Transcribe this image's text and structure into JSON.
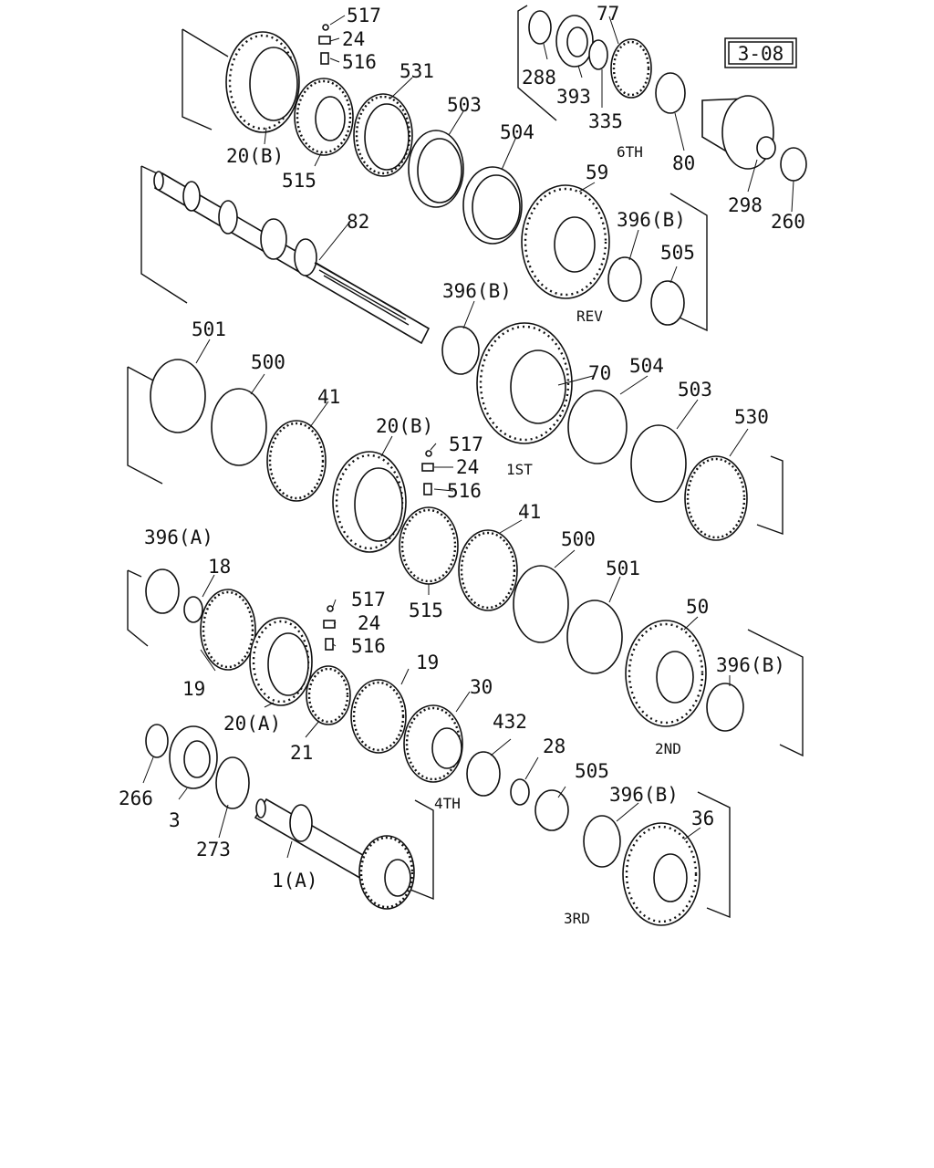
{
  "diagram": {
    "reference_box": "3-08",
    "part_labels": {
      "p517a": "517",
      "p24a": "24",
      "p516a": "516",
      "p531": "531",
      "p20Ba": "20(B)",
      "p515a": "515",
      "p503a": "503",
      "p504a": "504",
      "p288": "288",
      "p393": "393",
      "p77": "77",
      "p335": "335",
      "p80": "80",
      "p298": "298",
      "p260": "260",
      "p59": "59",
      "p396Ba": "396(B)",
      "p505a": "505",
      "p82": "82",
      "p396Bb": "396(B)",
      "p501a": "501",
      "p500a": "500",
      "p41a": "41",
      "p70": "70",
      "p504b": "504",
      "p503b": "503",
      "p530": "530",
      "p20Bb": "20(B)",
      "p517b": "517",
      "p24b": "24",
      "p516b": "516",
      "p41b": "41",
      "p500b": "500",
      "p515b": "515",
      "p501b": "501",
      "p396A": "396(A)",
      "p18": "18",
      "p517c": "517",
      "p24c": "24",
      "p516c": "516",
      "p50": "50",
      "p396Bc": "396(B)",
      "p19a": "19",
      "p20A": "20(A)",
      "p19b": "19",
      "p21": "21",
      "p30": "30",
      "p432": "432",
      "p28": "28",
      "p505b": "505",
      "p396Bd": "396(B)",
      "p36": "36",
      "p266": "266",
      "p3": "3",
      "p273": "273",
      "p1A": "1(A)"
    },
    "gear_labels": {
      "sixth": "6TH",
      "rev": "REV",
      "first": "1ST",
      "second": "2ND",
      "fourth": "4TH",
      "third": "3RD"
    }
  }
}
